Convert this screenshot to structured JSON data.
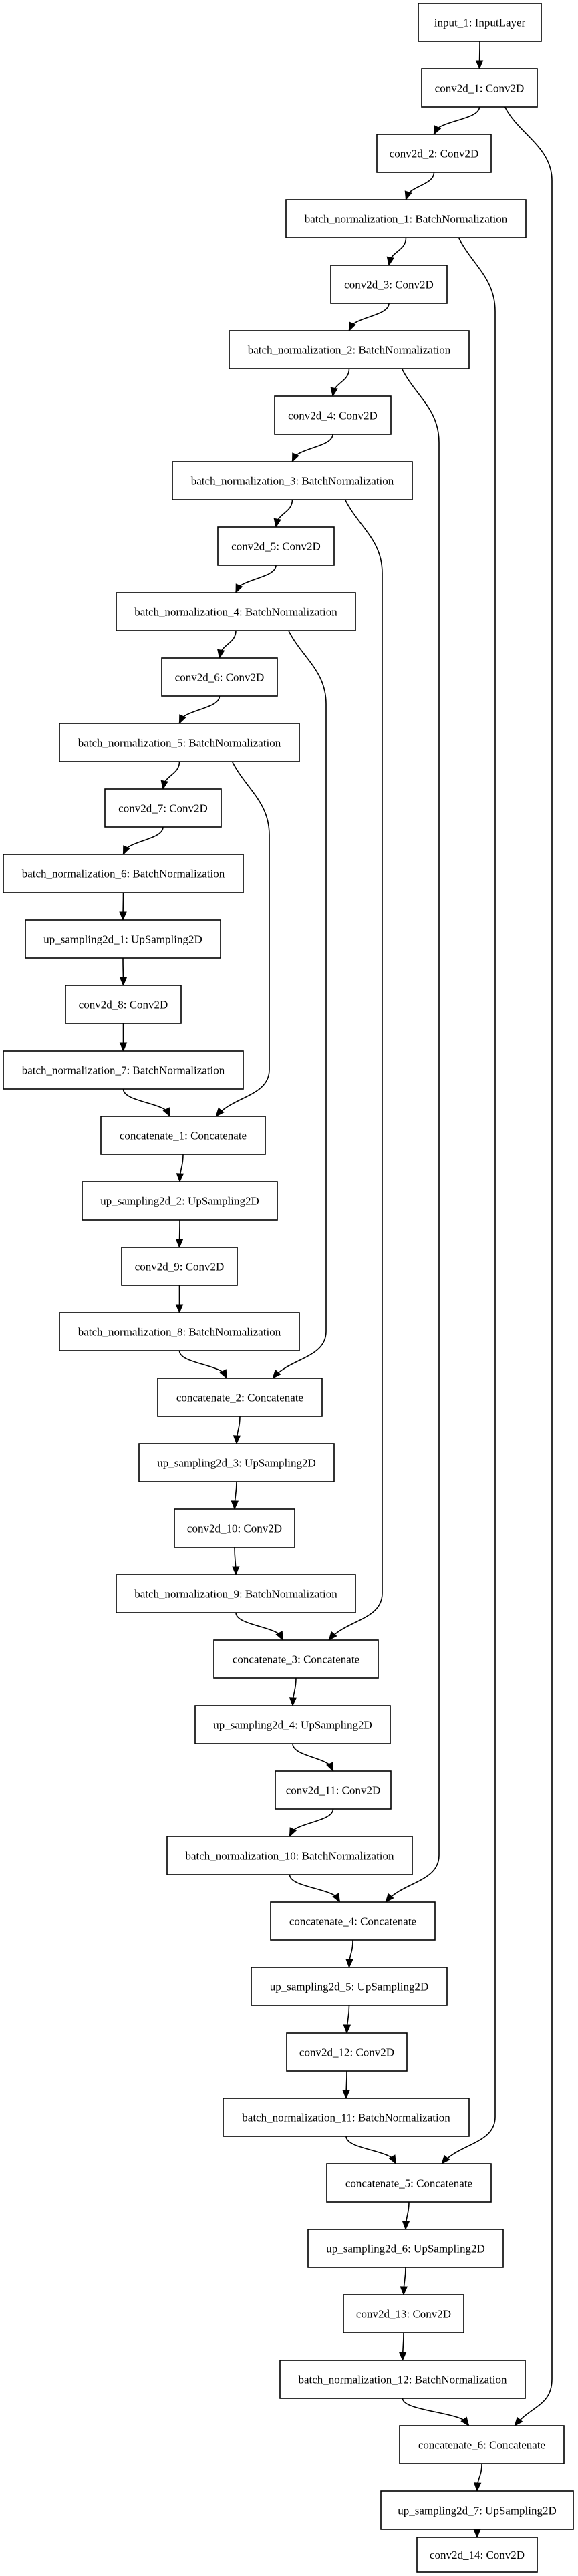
{
  "diagram": {
    "nodes": [
      {
        "id": "input_1",
        "label": "input_1: InputLayer"
      },
      {
        "id": "conv2d_1",
        "label": "conv2d_1: Conv2D"
      },
      {
        "id": "conv2d_2",
        "label": "conv2d_2: Conv2D"
      },
      {
        "id": "bn_1",
        "label": "batch_normalization_1: BatchNormalization"
      },
      {
        "id": "conv2d_3",
        "label": "conv2d_3: Conv2D"
      },
      {
        "id": "bn_2",
        "label": "batch_normalization_2: BatchNormalization"
      },
      {
        "id": "conv2d_4",
        "label": "conv2d_4: Conv2D"
      },
      {
        "id": "bn_3",
        "label": "batch_normalization_3: BatchNormalization"
      },
      {
        "id": "conv2d_5",
        "label": "conv2d_5: Conv2D"
      },
      {
        "id": "bn_4",
        "label": "batch_normalization_4: BatchNormalization"
      },
      {
        "id": "conv2d_6",
        "label": "conv2d_6: Conv2D"
      },
      {
        "id": "bn_5",
        "label": "batch_normalization_5: BatchNormalization"
      },
      {
        "id": "conv2d_7",
        "label": "conv2d_7: Conv2D"
      },
      {
        "id": "bn_6",
        "label": "batch_normalization_6: BatchNormalization"
      },
      {
        "id": "up_1",
        "label": "up_sampling2d_1: UpSampling2D"
      },
      {
        "id": "conv2d_8",
        "label": "conv2d_8: Conv2D"
      },
      {
        "id": "bn_7",
        "label": "batch_normalization_7: BatchNormalization"
      },
      {
        "id": "concat_1",
        "label": "concatenate_1: Concatenate"
      },
      {
        "id": "up_2",
        "label": "up_sampling2d_2: UpSampling2D"
      },
      {
        "id": "conv2d_9",
        "label": "conv2d_9: Conv2D"
      },
      {
        "id": "bn_8",
        "label": "batch_normalization_8: BatchNormalization"
      },
      {
        "id": "concat_2",
        "label": "concatenate_2: Concatenate"
      },
      {
        "id": "up_3",
        "label": "up_sampling2d_3: UpSampling2D"
      },
      {
        "id": "conv2d_10",
        "label": "conv2d_10: Conv2D"
      },
      {
        "id": "bn_9",
        "label": "batch_normalization_9: BatchNormalization"
      },
      {
        "id": "concat_3",
        "label": "concatenate_3: Concatenate"
      },
      {
        "id": "up_4",
        "label": "up_sampling2d_4: UpSampling2D"
      },
      {
        "id": "conv2d_11",
        "label": "conv2d_11: Conv2D"
      },
      {
        "id": "bn_10",
        "label": "batch_normalization_10: BatchNormalization"
      },
      {
        "id": "concat_4",
        "label": "concatenate_4: Concatenate"
      },
      {
        "id": "up_5",
        "label": "up_sampling2d_5: UpSampling2D"
      },
      {
        "id": "conv2d_12",
        "label": "conv2d_12: Conv2D"
      },
      {
        "id": "bn_11",
        "label": "batch_normalization_11: BatchNormalization"
      },
      {
        "id": "concat_5",
        "label": "concatenate_5: Concatenate"
      },
      {
        "id": "up_6",
        "label": "up_sampling2d_6: UpSampling2D"
      },
      {
        "id": "conv2d_13",
        "label": "conv2d_13: Conv2D"
      },
      {
        "id": "bn_12",
        "label": "batch_normalization_12: BatchNormalization"
      },
      {
        "id": "concat_6",
        "label": "concatenate_6: Concatenate"
      },
      {
        "id": "up_7",
        "label": "up_sampling2d_7: UpSampling2D"
      },
      {
        "id": "conv2d_14",
        "label": "conv2d_14: Conv2D"
      }
    ],
    "edges": [
      {
        "from": "input_1",
        "to": "conv2d_1"
      },
      {
        "from": "conv2d_1",
        "to": "conv2d_2"
      },
      {
        "from": "conv2d_2",
        "to": "bn_1"
      },
      {
        "from": "bn_1",
        "to": "conv2d_3"
      },
      {
        "from": "conv2d_3",
        "to": "bn_2"
      },
      {
        "from": "bn_2",
        "to": "conv2d_4"
      },
      {
        "from": "conv2d_4",
        "to": "bn_3"
      },
      {
        "from": "bn_3",
        "to": "conv2d_5"
      },
      {
        "from": "conv2d_5",
        "to": "bn_4"
      },
      {
        "from": "bn_4",
        "to": "conv2d_6"
      },
      {
        "from": "conv2d_6",
        "to": "bn_5"
      },
      {
        "from": "bn_5",
        "to": "conv2d_7"
      },
      {
        "from": "conv2d_7",
        "to": "bn_6"
      },
      {
        "from": "bn_6",
        "to": "up_1"
      },
      {
        "from": "up_1",
        "to": "conv2d_8"
      },
      {
        "from": "conv2d_8",
        "to": "bn_7"
      },
      {
        "from": "bn_7",
        "to": "concat_1"
      },
      {
        "from": "bn_5",
        "to": "concat_1"
      },
      {
        "from": "concat_1",
        "to": "up_2"
      },
      {
        "from": "up_2",
        "to": "conv2d_9"
      },
      {
        "from": "conv2d_9",
        "to": "bn_8"
      },
      {
        "from": "bn_8",
        "to": "concat_2"
      },
      {
        "from": "bn_4",
        "to": "concat_2"
      },
      {
        "from": "concat_2",
        "to": "up_3"
      },
      {
        "from": "up_3",
        "to": "conv2d_10"
      },
      {
        "from": "conv2d_10",
        "to": "bn_9"
      },
      {
        "from": "bn_9",
        "to": "concat_3"
      },
      {
        "from": "bn_3",
        "to": "concat_3"
      },
      {
        "from": "concat_3",
        "to": "up_4"
      },
      {
        "from": "up_4",
        "to": "conv2d_11"
      },
      {
        "from": "conv2d_11",
        "to": "bn_10"
      },
      {
        "from": "bn_10",
        "to": "concat_4"
      },
      {
        "from": "bn_2",
        "to": "concat_4"
      },
      {
        "from": "concat_4",
        "to": "up_5"
      },
      {
        "from": "up_5",
        "to": "conv2d_12"
      },
      {
        "from": "conv2d_12",
        "to": "bn_11"
      },
      {
        "from": "bn_11",
        "to": "concat_5"
      },
      {
        "from": "bn_1",
        "to": "concat_5"
      },
      {
        "from": "concat_5",
        "to": "up_6"
      },
      {
        "from": "up_6",
        "to": "conv2d_13"
      },
      {
        "from": "conv2d_13",
        "to": "bn_12"
      },
      {
        "from": "bn_12",
        "to": "concat_6"
      },
      {
        "from": "conv2d_1",
        "to": "concat_6"
      },
      {
        "from": "concat_6",
        "to": "up_7"
      },
      {
        "from": "up_7",
        "to": "conv2d_14"
      }
    ]
  }
}
